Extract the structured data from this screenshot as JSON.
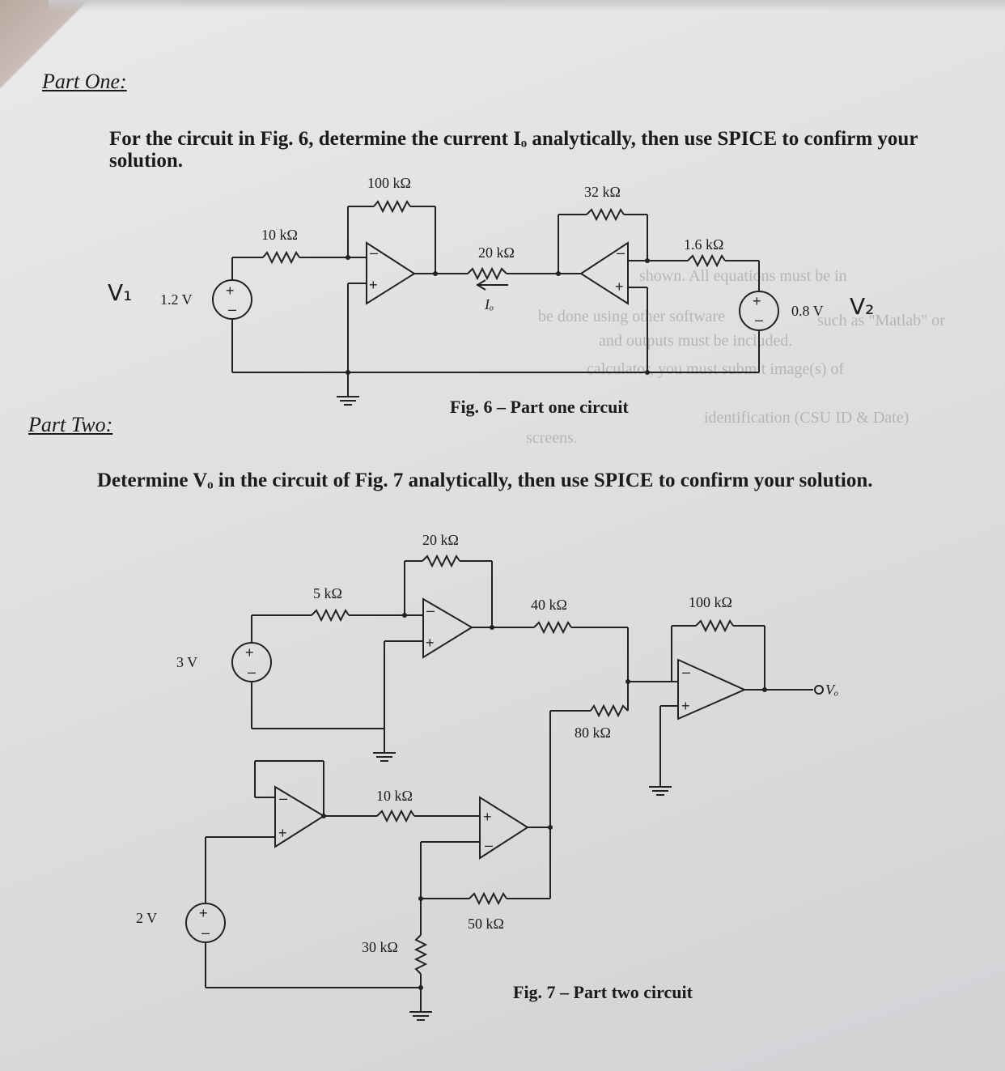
{
  "part_one": {
    "heading": "Part One:",
    "prompt_line1": "For the circuit in Fig. 6, determine the current Iₒ analytically, then use SPICE to confirm your",
    "prompt_line2": "solution.",
    "caption": "Fig. 6 – Part one circuit",
    "labels": {
      "r100k": "100 kΩ",
      "r32k": "32 kΩ",
      "r10k": "10 kΩ",
      "r20k": "20 kΩ",
      "r1_6k": "1.6 kΩ",
      "v1_value": "1.2 V",
      "v2_value": "0.8 V",
      "current": "Iₒ"
    },
    "handwritten": {
      "v1": "V₁",
      "v2": "V₂"
    }
  },
  "part_two": {
    "heading": "Part Two:",
    "prompt": "Determine Vₒ in the circuit of Fig. 7 analytically, then use SPICE to confirm your solution.",
    "caption": "Fig. 7 – Part two circuit",
    "labels": {
      "r20k": "20 kΩ",
      "r5k": "5 kΩ",
      "r40k": "40 kΩ",
      "r100k": "100 kΩ",
      "r80k": "80 kΩ",
      "r10k": "10 kΩ",
      "r50k": "50 kΩ",
      "r30k": "30 kΩ",
      "v3_value": "3 V",
      "v2_value": "2 V",
      "output": "Vₒ"
    }
  },
  "show_through": {
    "line1": "shown. All equations must be in",
    "line2": "such as \"Matlab\" or",
    "line3": "be done using other software",
    "line4": "and outputs must be included.",
    "line5": "calculator, you must submit image(s) of",
    "line6": "identification (CSU ID & Date)",
    "line7": "screens."
  }
}
